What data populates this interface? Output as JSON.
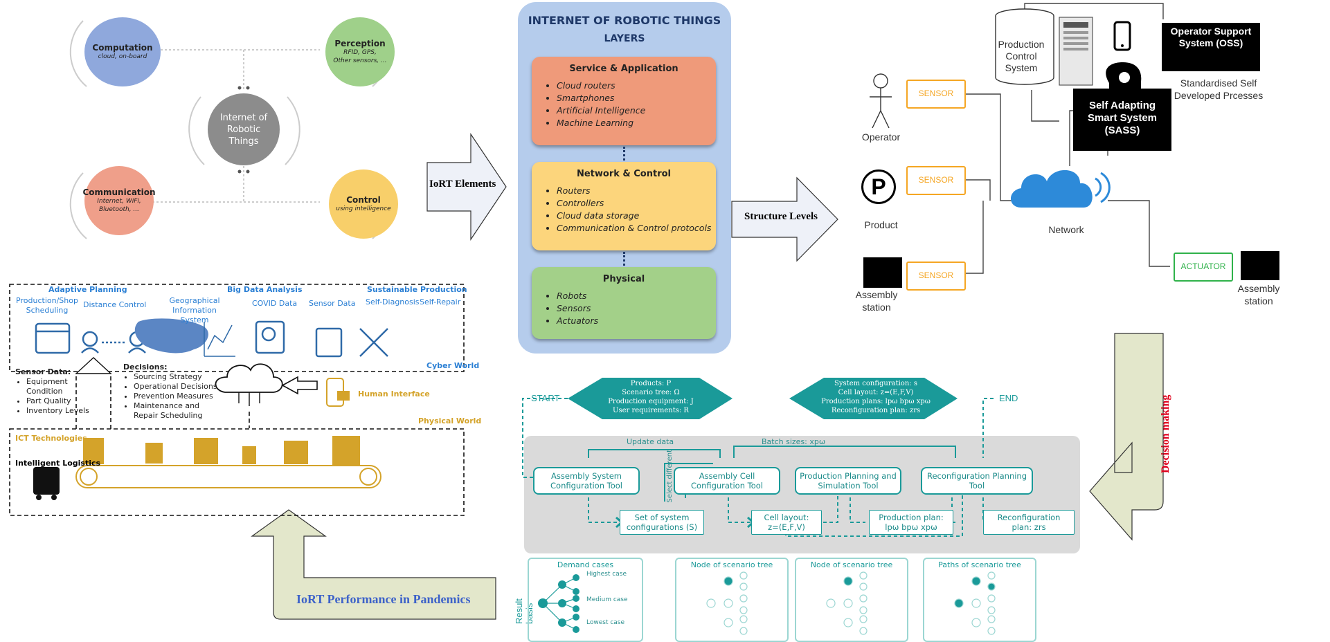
{
  "iort_circle": {
    "center": "Internet of Robotic Things",
    "computation": {
      "title": "Computation",
      "sub": "cloud, on-board"
    },
    "perception": {
      "title": "Perception",
      "sub1": "RFID, GPS,",
      "sub2": "Other sensors, ..."
    },
    "communication": {
      "title": "Communication",
      "sub1": "Internet, WiFi,",
      "sub2": "Bluetooth, ..."
    },
    "control": {
      "title": "Control",
      "sub": "using intelligence"
    }
  },
  "arrows": {
    "iort_elements": "IoRT Elements",
    "structure_levels": "Structure Levels",
    "decision_making": "Decision making",
    "pandemics": "IoRT Performance in Pandemics"
  },
  "layers": {
    "title1": "Internet of Robotic Things",
    "title2": "Layers",
    "service": {
      "title": "Service & Application",
      "items": [
        "Cloud routers",
        "Smartphones",
        "Artificial Intelligence",
        "Machine Learning"
      ]
    },
    "network": {
      "title": "Network & Control",
      "items": [
        "Routers",
        "Controllers",
        "Cloud data storage",
        "Communication & Control protocols"
      ]
    },
    "physical": {
      "title": "Physical",
      "items": [
        "Robots",
        "Sensors",
        "Actuators"
      ]
    }
  },
  "system": {
    "pcs": "Production Control System",
    "oss": "Operator Support System (OSS)",
    "std1": "Standardised Self",
    "std2": "Developed Prcesses",
    "sass": "Self Adapting Smart System (SASS)",
    "operator": "Operator",
    "product": "Product",
    "product_letter": "P",
    "assembly1": "Assembly station",
    "assembly2": "Assembly station",
    "network": "Network",
    "sensor": "SENSOR",
    "actuator": "ACTUATOR"
  },
  "cyber": {
    "adaptive": "Adaptive Planning",
    "prod_shop": "Production/Shop Scheduling",
    "distance": "Distance Control",
    "bigdata": "Big Data Analysis",
    "geo": "Geographical Information System",
    "covid": "COVID Data",
    "sensordata": "Sensor Data",
    "sustainable": "Sustainable Production",
    "selfdiag": "Self-Diagnosis",
    "selfrepair": "Self-Repair",
    "cyberworld": "Cyber World",
    "sensor_title": "Sensor Data:",
    "sensor_items": [
      "Equipment Condition",
      "Part Quality",
      "Inventory Levels"
    ],
    "decisions_title": "Decisions:",
    "decisions_items": [
      "Sourcing Strategy",
      "Operational Decisions",
      "Prevention Measures",
      "Maintenance and Repair Scheduling"
    ],
    "human": "Human Interface",
    "physicalworld": "Physical World",
    "ict": "ICT Technologies",
    "logistics": "Intelligent Logistics"
  },
  "flow": {
    "start": "START",
    "end": "END",
    "inputs": [
      "Products: P",
      "Scenario tree: Ω",
      "Production equipment: J",
      "User requirements: R"
    ],
    "outputs": [
      "System configuration: s",
      "Cell layout: z=(E,F,V)",
      "Production plans: lpω bpω xpω",
      "Reconfiguration plan: zrs"
    ],
    "update": "Update data",
    "batch": "Batch sizes: xpω",
    "select": "Select different",
    "t1": "Assembly System Configuration Tool",
    "t2": "Assembly Cell Configuration Tool",
    "t3": "Production Planning and Simulation Tool",
    "t4": "Reconfiguration Planning Tool",
    "o1": "Set of system configurations (S)",
    "o2a": "Cell layout:",
    "o2b": "z=(E,F,V)",
    "o3a": "Production plan:",
    "o3b": "lpω bpω xpω",
    "o4a": "Reconfiguration",
    "o4b": "plan: zrs",
    "result": "Result basis",
    "r1": "Demand cases",
    "r1a": "Highest case",
    "r1b": "Medium case",
    "r1c": "Lowest case",
    "r2": "Node of scenario tree",
    "r3": "Node of scenario tree",
    "r4": "Paths of scenario tree"
  }
}
